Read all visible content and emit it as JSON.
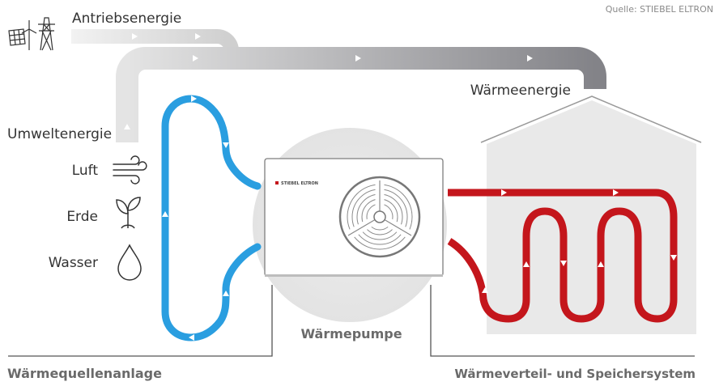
{
  "source": "Quelle: STIEBEL ELTRON",
  "labels": {
    "drive_energy": "Antriebsenergie",
    "heat_energy": "Wärmeenergie",
    "environment_energy": "Umweltenergie",
    "air": "Luft",
    "earth": "Erde",
    "water": "Wasser",
    "heat_pump": "Wärmepumpe",
    "source_system": "Wärmequellenanlage",
    "distribution_system": "Wärmeverteil- und Speichersystem",
    "unit_brand": "STIEBEL ELTRON"
  },
  "icons": {
    "power": "solar-wind-pylon-icon",
    "air": "wind-icon",
    "earth": "sprout-icon",
    "water": "droplet-icon",
    "fan": "fan-icon"
  },
  "colors": {
    "source_loop": "#2a9ee0",
    "heating_loop": "#c4161c",
    "energy_band_light": "#e2e2e2",
    "energy_band_dark": "#8a8a8e",
    "house_fill": "#e9e9e9",
    "text": "#333333",
    "section_label": "#6a6a6a"
  }
}
